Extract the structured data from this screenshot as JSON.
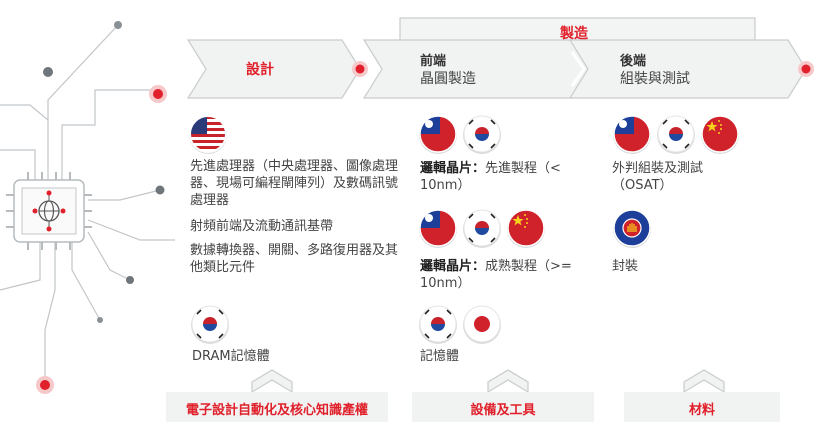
{
  "header": {
    "manufacturing": "製造",
    "design": "設計",
    "frontend_title": "前端",
    "frontend_sub": "晶圓製造",
    "backend_title": "後端",
    "backend_sub": "組裝與測試"
  },
  "design_col": {
    "items": [
      "先進處理器（中央處理器、圖像處理器、現場可編程閘陣列）及數碼訊號處理器",
      "射頻前端及流動通訊基帶",
      "數據轉換器、開關、多路復用器及其他類比元件"
    ],
    "memory_label": "DRAM記憶體",
    "flags_top": [
      "us-flag"
    ],
    "flags_bottom": [
      "kr-flag"
    ]
  },
  "frontend_col": {
    "logic_adv_label": "邏輯晶片：",
    "logic_adv_text": "先進製程（< 10nm）",
    "logic_mature_label": "邏輯晶片：",
    "logic_mature_text": "成熟製程（>= 10nm）",
    "memory_label": "記憶體",
    "flags_row1": [
      "tw-flag",
      "kr-flag"
    ],
    "flags_row2": [
      "tw-flag",
      "kr-flag",
      "cn-flag"
    ],
    "flags_row3": [
      "kr-flag",
      "jp-flag"
    ]
  },
  "backend_col": {
    "osat_text": "外判組裝及測試（OSAT）",
    "packaging_label": "封裝",
    "flags_row1": [
      "tw-flag",
      "kr-flag",
      "cn-flag"
    ],
    "flags_row2": [
      "asean-flag"
    ]
  },
  "footer": {
    "eda": "電子設計自動化及核心知識產權",
    "equipment": "設備及工具",
    "materials": "材料"
  },
  "colors": {
    "accent": "#e0202a",
    "chevron_fill": "#f1f2f2",
    "chevron_stroke": "#c9cccd",
    "circuit": "#b9bec1"
  }
}
